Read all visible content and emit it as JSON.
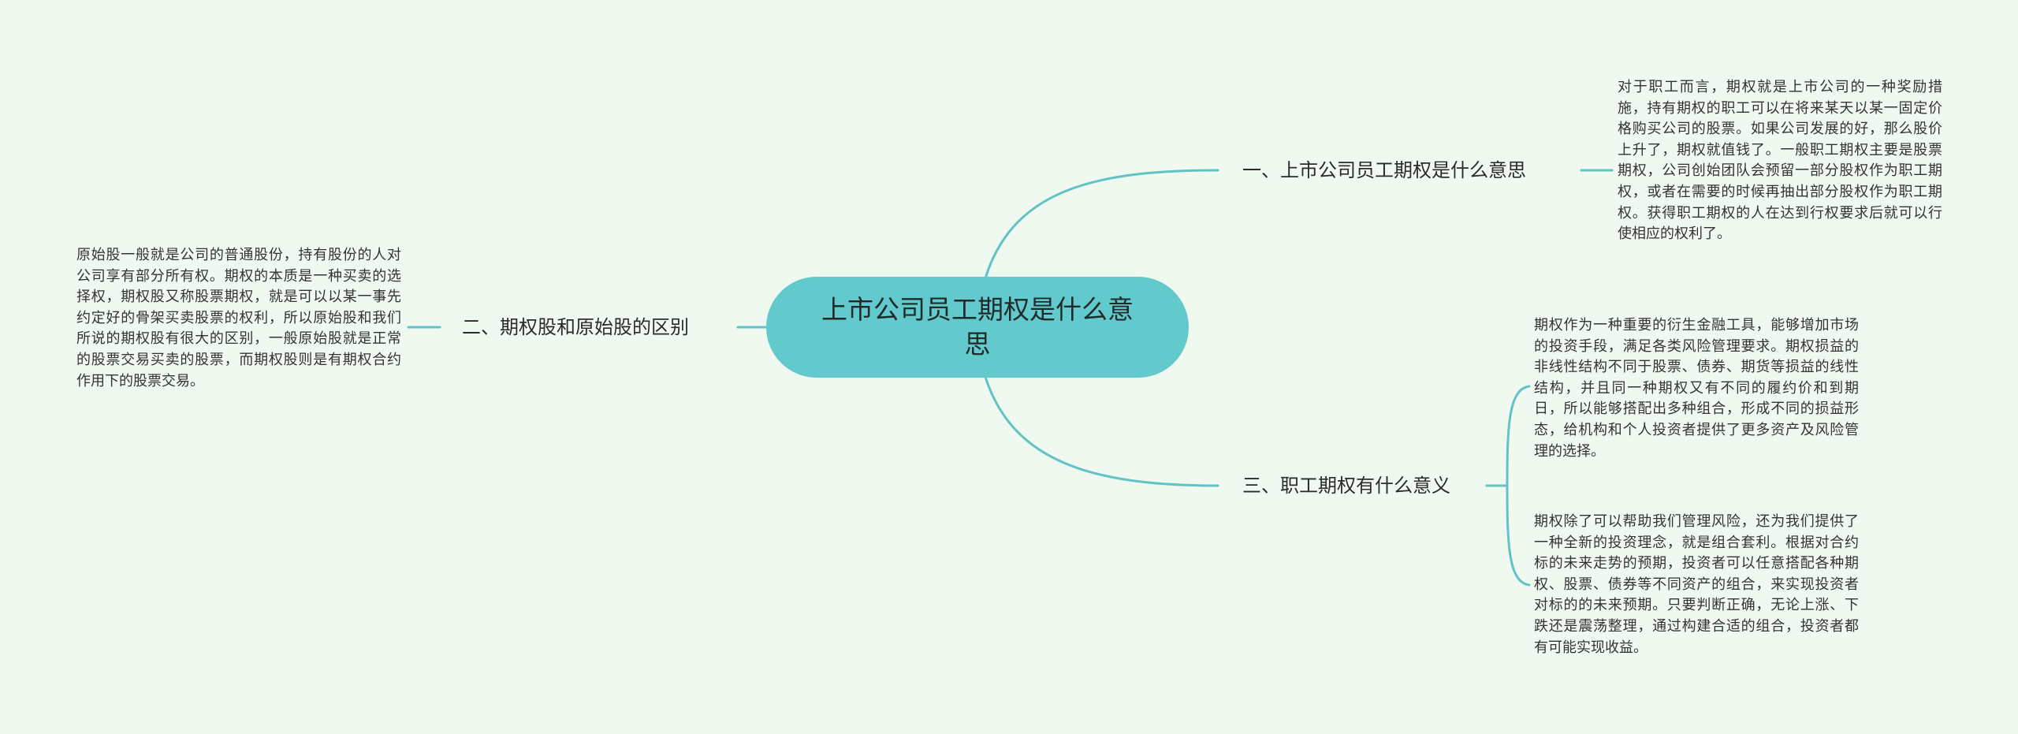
{
  "colors": {
    "background": "#f0f9ef",
    "root_fill": "#62c9cc",
    "connector": "#62c3c7"
  },
  "root": {
    "title": "上市公司员工期权是什么意思"
  },
  "branches": [
    {
      "label": "一、上市公司员工期权是什么意思",
      "notes": [
        "对于职工而言，期权就是上市公司的一种奖励措施，持有期权的职工可以在将来某天以某一固定价格购买公司的股票。如果公司发展的好，那么股价上升了，期权就值钱了。一般职工期权主要是股票期权，公司创始团队会预留一部分股权作为职工期权，或者在需要的时候再抽出部分股权作为职工期权。获得职工期权的人在达到行权要求后就可以行使相应的权利了。"
      ]
    },
    {
      "label": "二、期权股和原始股的区别",
      "notes": [
        "原始股一般就是公司的普通股份，持有股份的人对公司享有部分所有权。期权的本质是一种买卖的选择权，期权股又称股票期权，就是可以以某一事先约定好的骨架买卖股票的权利，所以原始股和我们所说的期权股有很大的区别，一般原始股就是正常的股票交易买卖的股票，而期权股则是有期权合约作用下的股票交易。"
      ]
    },
    {
      "label": "三、职工期权有什么意义",
      "notes": [
        "期权作为一种重要的衍生金融工具，能够增加市场的投资手段，满足各类风险管理要求。期权损益的非线性结构不同于股票、债券、期货等损益的线性结构，并且同一种期权又有不同的履约价和到期日，所以能够搭配出多种组合，形成不同的损益形态，给机构和个人投资者提供了更多资产及风险管理的选择。",
        "期权除了可以帮助我们管理风险，还为我们提供了一种全新的投资理念，就是组合套利。根据对合约标的未来走势的预期，投资者可以任意搭配各种期权、股票、债券等不同资产的组合，来实现投资者对标的的未来预期。只要判断正确，无论上涨、下跌还是震荡整理，通过构建合适的组合，投资者都有可能实现收益。"
      ]
    }
  ]
}
